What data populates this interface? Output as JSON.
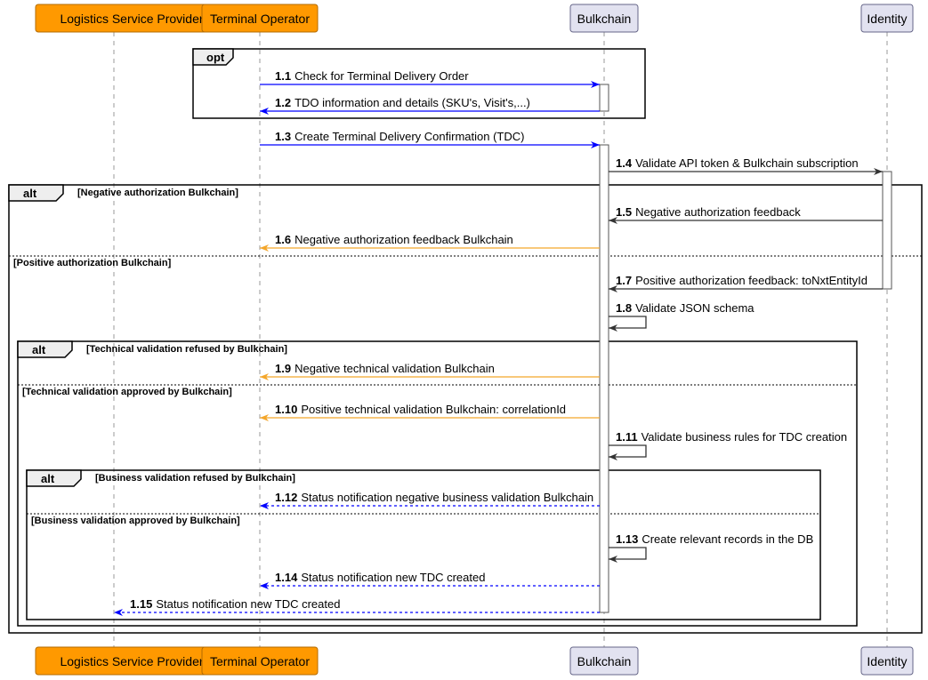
{
  "colors": {
    "participant_orange": "#ff9900",
    "participant_orange_border": "#b36b00",
    "participant_lavender": "#e2e2f0",
    "participant_lavender_border": "#666688",
    "arrow_blue": "#0000ff",
    "arrow_orange": "#f4a62a",
    "arrow_dark": "#333333",
    "lifeline": "#aaaaaa",
    "frame": "#000000"
  },
  "participants": [
    {
      "id": "lsp",
      "label": "Logistics Service Provider",
      "style": "orange"
    },
    {
      "id": "to",
      "label": "Terminal Operator",
      "style": "orange"
    },
    {
      "id": "bc",
      "label": "Bulkchain",
      "style": "lavender"
    },
    {
      "id": "id",
      "label": "Identity",
      "style": "lavender"
    }
  ],
  "fragments": [
    {
      "keyword": "opt",
      "condition": ""
    },
    {
      "keyword": "alt",
      "condition": "[Negative authorization Bulkchain]",
      "else": "[Positive authorization Bulkchain]"
    },
    {
      "keyword": "alt",
      "condition": "[Technical validation refused by Bulkchain]",
      "else": "[Technical validation approved by Bulkchain]"
    },
    {
      "keyword": "alt",
      "condition": "[Business validation refused by Bulkchain]",
      "else": "[Business validation approved by Bulkchain]"
    }
  ],
  "messages": [
    {
      "num": "1.1",
      "text": "Check for Terminal Delivery Order",
      "from": "to",
      "to": "bc",
      "color": "blue",
      "dashed": false
    },
    {
      "num": "1.2",
      "text": "TDO information and details (SKU's, Visit's,...)",
      "from": "bc",
      "to": "to",
      "color": "blue",
      "dashed": false
    },
    {
      "num": "1.3",
      "text": "Create Terminal Delivery Confirmation (TDC)",
      "from": "to",
      "to": "bc",
      "color": "blue",
      "dashed": false
    },
    {
      "num": "1.4",
      "text": "Validate API token & Bulkchain subscription",
      "from": "bc",
      "to": "id",
      "color": "dark",
      "dashed": false
    },
    {
      "num": "1.5",
      "text": "Negative authorization feedback",
      "from": "id",
      "to": "bc",
      "color": "dark",
      "dashed": false
    },
    {
      "num": "1.6",
      "text": "Negative authorization feedback Bulkchain",
      "from": "bc",
      "to": "to",
      "color": "orange",
      "dashed": false
    },
    {
      "num": "1.7",
      "text": "Positive authorization feedback: toNxtEntityId",
      "from": "id",
      "to": "bc",
      "color": "dark",
      "dashed": false
    },
    {
      "num": "1.8",
      "text": "Validate JSON schema",
      "from": "bc",
      "to": "bc",
      "color": "dark",
      "dashed": false
    },
    {
      "num": "1.9",
      "text": "Negative technical validation Bulkchain",
      "from": "bc",
      "to": "to",
      "color": "orange",
      "dashed": false
    },
    {
      "num": "1.10",
      "text": "Positive technical validation Bulkchain: correlationId",
      "from": "bc",
      "to": "to",
      "color": "orange",
      "dashed": false
    },
    {
      "num": "1.11",
      "text": "Validate business rules for TDC creation",
      "from": "bc",
      "to": "bc",
      "color": "dark",
      "dashed": false
    },
    {
      "num": "1.12",
      "text": "Status notification negative business validation Bulkchain",
      "from": "bc",
      "to": "to",
      "color": "blue",
      "dashed": true
    },
    {
      "num": "1.13",
      "text": "Create relevant records in the DB",
      "from": "bc",
      "to": "bc",
      "color": "dark",
      "dashed": false
    },
    {
      "num": "1.14",
      "text": "Status notification new TDC created",
      "from": "bc",
      "to": "to",
      "color": "blue",
      "dashed": true
    },
    {
      "num": "1.15",
      "text": "Status notification new TDC created",
      "from": "bc",
      "to": "lsp",
      "color": "blue",
      "dashed": true
    }
  ]
}
